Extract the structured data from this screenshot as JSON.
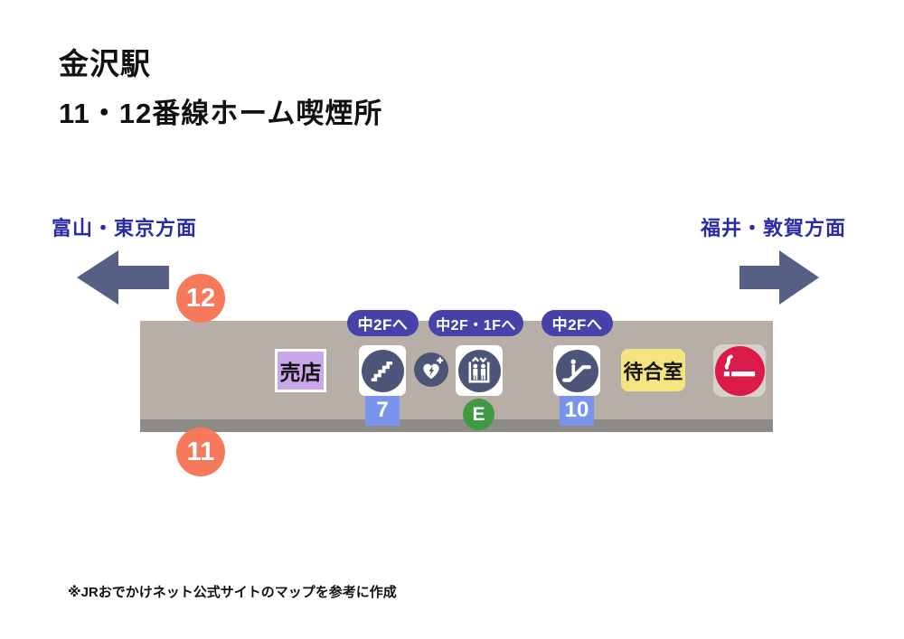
{
  "title": {
    "station": "金沢駅",
    "subtitle": "11・12番線ホーム喫煙所"
  },
  "directions": {
    "left": {
      "label": "富山・東京方面",
      "icon": "arrow-left-icon"
    },
    "right": {
      "label": "福井・敦賀方面",
      "icon": "arrow-right-icon"
    }
  },
  "tracks": {
    "upper": "12",
    "lower": "11"
  },
  "facilities": {
    "shop": {
      "label": "売店"
    },
    "stairs": {
      "dest": "中2Fへ",
      "number": "7",
      "icon": "stairs-icon"
    },
    "aed": {
      "icon": "aed-icon"
    },
    "elevator": {
      "dest": "中2F・1Fへ",
      "mark": "E",
      "icon": "elevator-icon"
    },
    "escalator": {
      "dest": "中2Fへ",
      "number": "10",
      "icon": "escalator-icon"
    },
    "waiting_room": {
      "label": "待合室"
    },
    "smoking": {
      "icon": "smoking-icon"
    }
  },
  "footnote": "※JRおでかけネット公式サイトのマップを参考に作成",
  "colors": {
    "direction_text": "#2B2BA6",
    "arrow": "#566084",
    "track_badge": "#F5795A",
    "platform": "#B6AEA7",
    "platform_edge": "#8E8A87",
    "dest_pill": "#4742AA",
    "icon_circle": "#4C5577",
    "gate_badge": "#7A93EC",
    "elevator_mark_green": "#3E9942",
    "shop_fill": "#C9A7E8",
    "waiting_fill": "#F6E57E",
    "smoking_red": "#DA1A49",
    "smoking_tile": "#D5D1CE"
  }
}
